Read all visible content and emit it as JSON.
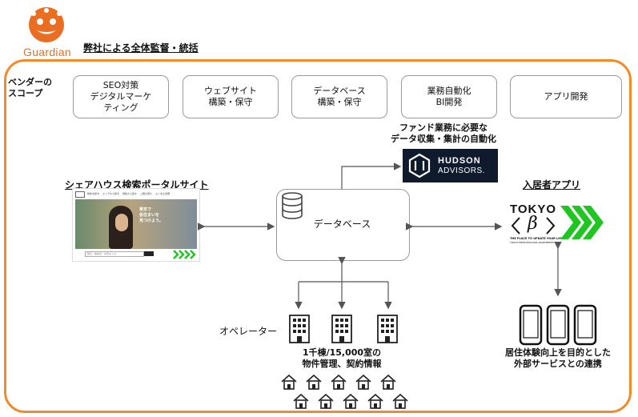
{
  "brand": {
    "name": "Guardian",
    "accent": "#f08a2a",
    "logo_color": "#ea6e22"
  },
  "header": {
    "supervision": "弊社による全体監督・統括"
  },
  "vendor_scope": {
    "label": "ベンダーの\nスコープ",
    "items": [
      {
        "label": "SEO対策\nデジタルマーケ\nティング"
      },
      {
        "label": "ウェブサイト\n構築・保守"
      },
      {
        "label": "データベース\n構築・保守"
      },
      {
        "label": "業務自動化\nBI開発"
      },
      {
        "label": "アプリ開発"
      }
    ]
  },
  "fund": {
    "label": "ファンド業務に必要な\nデータ収集・集計の自動化",
    "hudson_line1": "HUDSON",
    "hudson_line2": "ADVISORS."
  },
  "portal": {
    "title": "シェアハウス検索ポータルサイト",
    "hero_text": "東京で\n仮住まいを\n見つけよう。",
    "nav_items": [
      "物件を探す",
      "エリアから探す",
      "特集から探す",
      "入居の流れ",
      "よくある質問"
    ],
    "search_placeholder": "駅名・路線名・住所を入力"
  },
  "database": {
    "label": "データベース"
  },
  "app": {
    "title": "入居者アプリ",
    "tokyo": "TOKYO",
    "beta": "β",
    "small1": "THE PLACE TO UPDATE YOUR LIFE",
    "small2": "TOKYO METROPOLITAN APARTMENTS",
    "chevron_color": "#21c521"
  },
  "operator": {
    "label": "オペレーター"
  },
  "properties": {
    "label": "1千棟/15,000室の\n物件管理、契約情報"
  },
  "external": {
    "label": "居住体験向上を目的とした\n外部サービスとの連携"
  }
}
